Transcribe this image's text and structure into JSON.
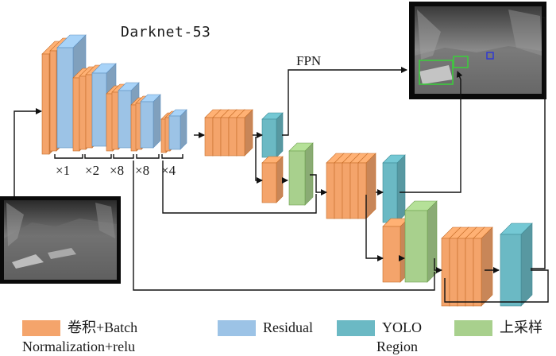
{
  "diagram": {
    "title": "Darknet-53",
    "fpn_label": "FPN",
    "multipliers": [
      "×1",
      "×2",
      "×8",
      "×8",
      "×4"
    ]
  },
  "legend": [
    {
      "label": "卷积+Batch",
      "label2": "Normalization+relu",
      "color": "#F4A46B"
    },
    {
      "label": "Residual",
      "label2": "",
      "color": "#9CC3E6"
    },
    {
      "label": "YOLO",
      "label2": "Region",
      "color": "#6BB9C4"
    },
    {
      "label": "上采样",
      "label2": "",
      "color": "#A8D08D"
    }
  ],
  "colors": {
    "conv": "#F4A46B",
    "conv_edge": "#C76E2A",
    "residual": "#9CC3E6",
    "residual_edge": "#5E8FBF",
    "yolo": "#6BB9C4",
    "yolo_edge": "#3E8A95",
    "upsample": "#A8D08D",
    "upsample_edge": "#6E9E4F",
    "detection_box_car": "#3CCB3C",
    "detection_box_person": "#2B35D8"
  }
}
